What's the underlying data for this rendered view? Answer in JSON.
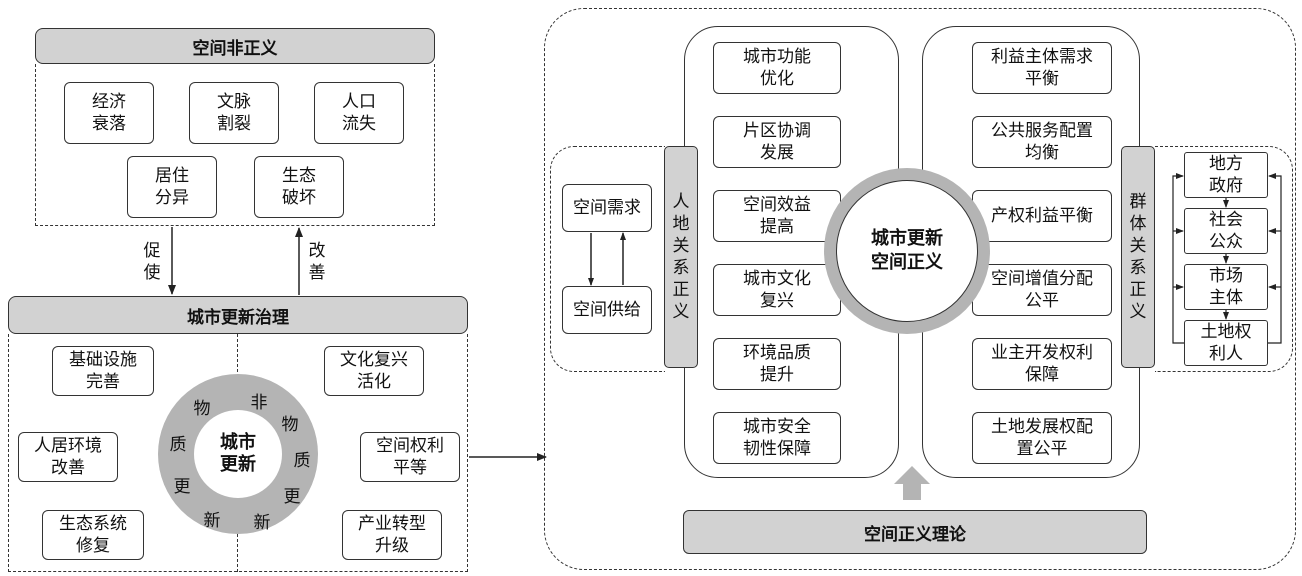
{
  "injustice": {
    "title": "空间非正义",
    "items": [
      "经济\n衰落",
      "文脉\n割裂",
      "人口\n流失",
      "居住\n分异",
      "生态\n破坏"
    ]
  },
  "arrows": {
    "down_label": "促\n使",
    "up_label": "改\n善"
  },
  "governance": {
    "title": "城市更新治理",
    "left_items": [
      "基础设施\n完善",
      "人居环境\n改善",
      "生态系统\n修复"
    ],
    "right_items": [
      "文化复兴\n活化",
      "空间权利\n平等",
      "产业转型\n升级"
    ],
    "ring_center": "城市\n更新",
    "ring_left": [
      "物",
      "质",
      "更",
      "新"
    ],
    "ring_right": [
      "非",
      "物",
      "质",
      "更",
      "新"
    ]
  },
  "justice": {
    "center": "城市更新\n空间正义",
    "left_column": [
      "城市功能\n优化",
      "片区协调\n发展",
      "空间效益\n提高",
      "城市文化\n复兴",
      "环境品质\n提升",
      "城市安全\n韧性保障"
    ],
    "right_column": [
      "利益主体需求\n平衡",
      "公共服务配置\n均衡",
      "产权利益平衡",
      "空间增值分配\n公平",
      "业主开发权利\n保障",
      "土地发展权配\n置公平"
    ],
    "left_bar": "人\n地\n关\n系\n正\n义",
    "right_bar": "群\n体\n关\n系\n正\n义",
    "demand": "空间需求",
    "supply": "空间供给",
    "actors": [
      "地方\n政府",
      "社会\n公众",
      "市场\n主体",
      "土地权\n利人"
    ],
    "theory": "空间正义理论"
  },
  "colors": {
    "header_fill": "#d2d2d2",
    "ring_fill": "#b4b4b4",
    "line": "#333333"
  }
}
